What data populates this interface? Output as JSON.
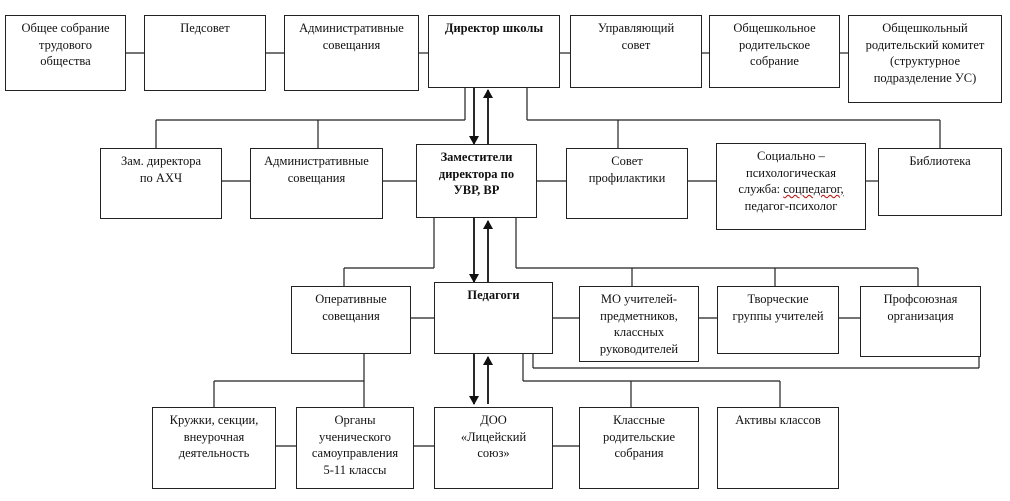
{
  "diagram": {
    "row1": {
      "general_meeting": "Общее собрание\nтрудового\nобщества",
      "teachers_council": "Педсовет",
      "admin_meetings": "Административные\nсовещания",
      "director": "Директор школы",
      "governing_council": "Управляющий\nсовет",
      "parents_meeting": "Общешкольное\nродительское\nсобрание",
      "parents_committee": "Общешкольный\nродительский комитет\n(структурное\nподразделение УС)"
    },
    "row2": {
      "deputy_ahch": "Зам. директора\nпо АХЧ",
      "admin_meetings": "Административные\nсовещания",
      "deputies": "Заместители\nдиректора по\nУВР, ВР",
      "prevention_council": "Совет\nпрофилактики",
      "psych_service_line1": "Социально –\nпсихологическая\nслужба: ",
      "psych_service_word": "соцпедагог,",
      "psych_service_line2": "\nпедагог-психолог",
      "library": "Библиотека"
    },
    "row3": {
      "operative_meetings": "Оперативные\nсовещания",
      "teachers": "Педагоги",
      "mo_teachers": "МО учителей-\nпредметников,\nклассных\nруководителей",
      "creative_groups": "Творческие\nгруппы учителей",
      "union": "Профсоюзная\nорганизация"
    },
    "row4": {
      "clubs": "Кружки, секции,\nвнеурочная\nдеятельность",
      "self_government": "Органы\nученического\nсамоуправления\n5-11 классы",
      "doo": "ДОО\n«Лицейский\nсоюз»",
      "class_parents": "Классные\nродительские\nсобрания",
      "class_actives": "Активы классов"
    }
  }
}
